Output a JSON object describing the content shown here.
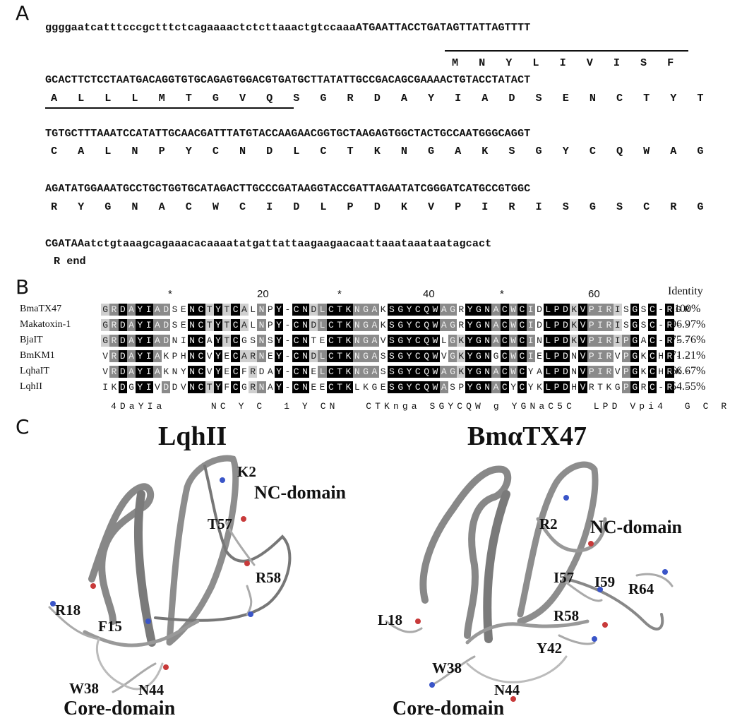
{
  "panels": {
    "a": "A",
    "b": "B",
    "c": "C"
  },
  "panel_a": {
    "lines": [
      {
        "dna": "ggggaatcatttcccgctttctcagaaaactctcttaaactgtccaaaATGAATTACCTGATAGTTATTAGTTTT",
        "aa": "M  N  Y  L  I  V  I  S  F"
      },
      {
        "dna": "GCACTTCTCCTAATGACAGGTGTGCAGAGTGGACGTGATGCTTATATTGCCGACAGCGAAAACTGTACCTATACT",
        "aa": "A  L  L  L  M  T  G  V  Q  S  G  R  D  A  Y  I  A  D  S  E  N  C  T  Y  T"
      },
      {
        "dna": "TGTGCTTTAAATCCATATTGCAACGATTTATGTACCAAGAACGGTGCTAAGAGTGGCTACTGCCAATGGGCAGGT",
        "aa": "C  A  L  N  P  Y  C  N  D  L  C  T  K  N  G  A  K  S  G  Y  C  Q  W  A  G"
      },
      {
        "dna": "AGATATGGAAATGCCTGCTGGTGCATAGACTTGCCCGATAAGGTACCGATTAGAATATCGGGATCATGCCGTGGC",
        "aa": "R  Y  G  N  A  C  W  C  I  D  L  P  D  K  V  P  I  R  I  S  G  S  C  R  G"
      },
      {
        "dna": "CGATAAatctgtaaagcagaaacacaaaatatgattattaagaagaacaattaaataaataatagcact",
        "aa": "R end"
      }
    ]
  },
  "panel_b": {
    "ruler": [
      "*",
      "20",
      "*",
      "40",
      "*",
      "60"
    ],
    "identity_header": "Identity",
    "rows": [
      {
        "name": "BmaTX47",
        "seq": "GRDAYIADSENCTYTCALNPY-CNDLCTKNGAKSGYCQWAGRYGNACWCIDLPDKVPIRISGSC-RGR",
        "identity": "100%"
      },
      {
        "name": "Makatoxin-1",
        "seq": "GRDAYIADSENCTYTCALNPY-CNDLCTKNGAKSGYCQWAGRYGNACWCIDLPDKVPIRISGSC-R--",
        "identity": "96.97%"
      },
      {
        "name": "BjaIT",
        "seq": "GRDAYIADNINCAYTCGSNSY-CNTECTKNGAVSGYCQWLGKYGNACWCINLPDKVPIRIPGAC-R--",
        "identity": "75.76%"
      },
      {
        "name": "BmKM1",
        "seq": "VRDAYIAKPHNCVYECARNEY-CNDLCTKNGASSGYCQWVGKYGNGCWCIELPDNVPIRVPGKCHR--",
        "identity": "71.21%"
      },
      {
        "name": "LqhaIT",
        "seq": "VRDAYIAKNYNCVYECFRDAY-CNELCTKNGASSGYCQWAGKYGNACWCYALPDNVPIRVPGKCHRK-",
        "identity": "66.67%"
      },
      {
        "name": "LqhII",
        "seq": "IKDGYIVDDVNCTYFCGRNAY-CNEECTKLKGESGYCQWASPYGNACYCYKLPDHVRTKGPGRC-R--",
        "identity": "54.55%"
      }
    ],
    "consensus": "4DaYIa     NC Y C  1 Y CN   CTKnga SGYCQW g YGNaC5C  LPD Vpi4  G C R"
  },
  "panel_c": {
    "left": {
      "title": "LqhII",
      "labels": [
        "K2",
        "NC-domain",
        "T57",
        "R58",
        "R18",
        "F15",
        "W38",
        "N44",
        "Core-domain"
      ]
    },
    "right": {
      "title": "BmαTX47",
      "labels": [
        "R2",
        "NC-domain",
        "I57",
        "I59",
        "R64",
        "L18",
        "R58",
        "Y42",
        "W38",
        "N44",
        "Core-domain"
      ]
    }
  }
}
